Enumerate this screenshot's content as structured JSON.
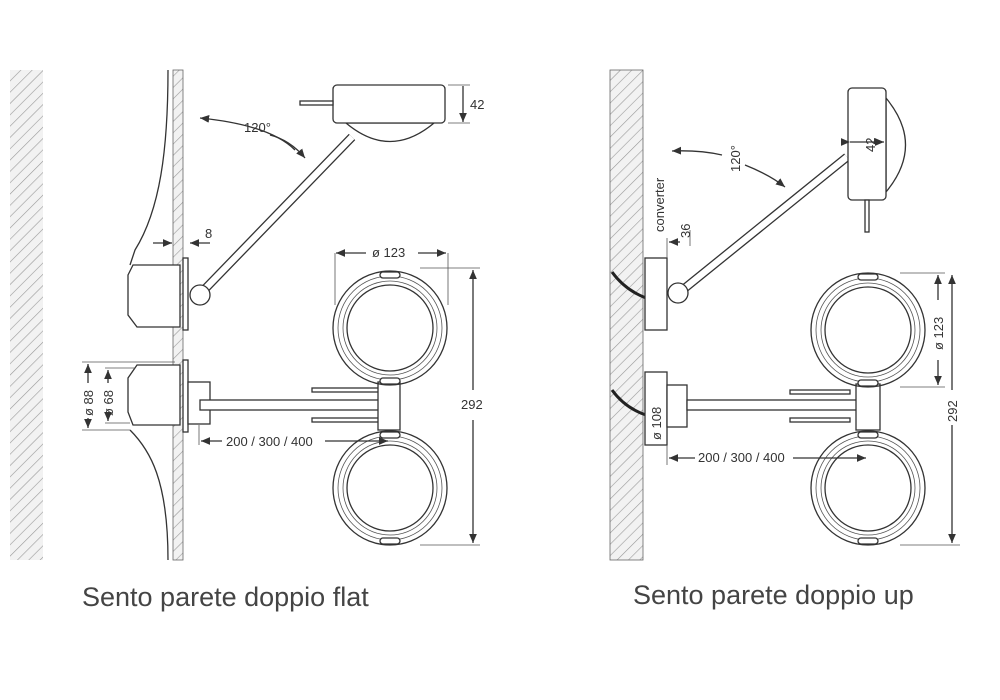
{
  "left": {
    "caption": "Sento parete doppio flat",
    "angle": "120°",
    "head_height": "42",
    "plate_depth": "8",
    "ring_diameter": "ø 123",
    "total_height": "292",
    "outer_diameter": "ø 88",
    "inner_diameter": "ø 68",
    "arm_lengths": "200 / 300 / 400"
  },
  "right": {
    "caption": "Sento parete doppio up",
    "angle": "120°",
    "head_height": "42",
    "converter_label": "converter",
    "converter_depth": "36",
    "ring_diameter": "ø 123",
    "total_height": "292",
    "base_diameter": "ø 108",
    "arm_lengths": "200 / 300 / 400"
  },
  "colors": {
    "line": "#333333",
    "hatch": "#bbbbbb",
    "text": "#444444"
  }
}
